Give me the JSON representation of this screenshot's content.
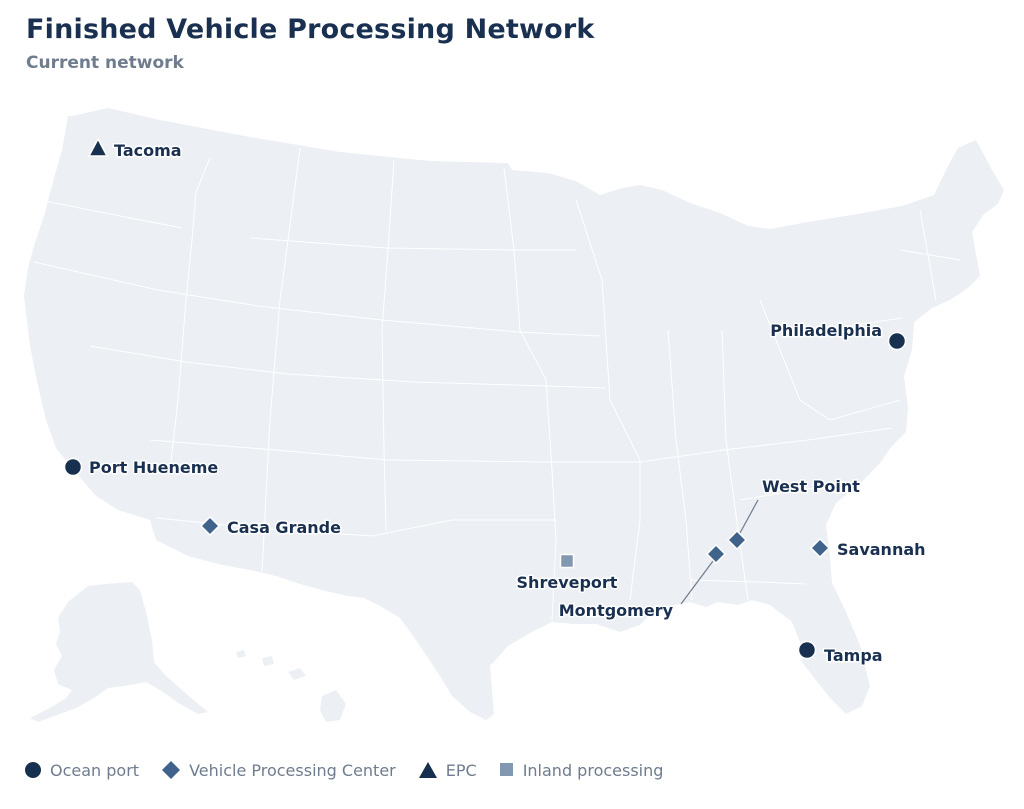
{
  "header": {
    "title": "Finished Vehicle Processing Network",
    "subtitle": "Current network"
  },
  "colors": {
    "ocean_port": "#17304f",
    "vehicle_processing_center": "#3f638a",
    "epc": "#17304f",
    "inland_processing": "#8298b1",
    "land": "#eceff4",
    "state_border": "#ffffff",
    "leader_line": "#6f7c8e"
  },
  "legend": [
    {
      "type": "ocean_port",
      "shape": "circle",
      "label": "Ocean port"
    },
    {
      "type": "vehicle_processing_center",
      "shape": "diamond",
      "label": "Vehicle Processing Center"
    },
    {
      "type": "epc",
      "shape": "triangle",
      "label": "EPC"
    },
    {
      "type": "inland_processing",
      "shape": "square",
      "label": "Inland processing"
    }
  ],
  "locations": [
    {
      "name": "Tacoma",
      "type": "epc"
    },
    {
      "name": "Philadelphia",
      "type": "ocean_port"
    },
    {
      "name": "Port Hueneme",
      "type": "ocean_port"
    },
    {
      "name": "Casa Grande",
      "type": "vehicle_processing_center"
    },
    {
      "name": "West Point",
      "type": "vehicle_processing_center"
    },
    {
      "name": "Savannah",
      "type": "vehicle_processing_center"
    },
    {
      "name": "Shreveport",
      "type": "inland_processing"
    },
    {
      "name": "Montgomery",
      "type": "vehicle_processing_center"
    },
    {
      "name": "Tampa",
      "type": "ocean_port"
    }
  ]
}
